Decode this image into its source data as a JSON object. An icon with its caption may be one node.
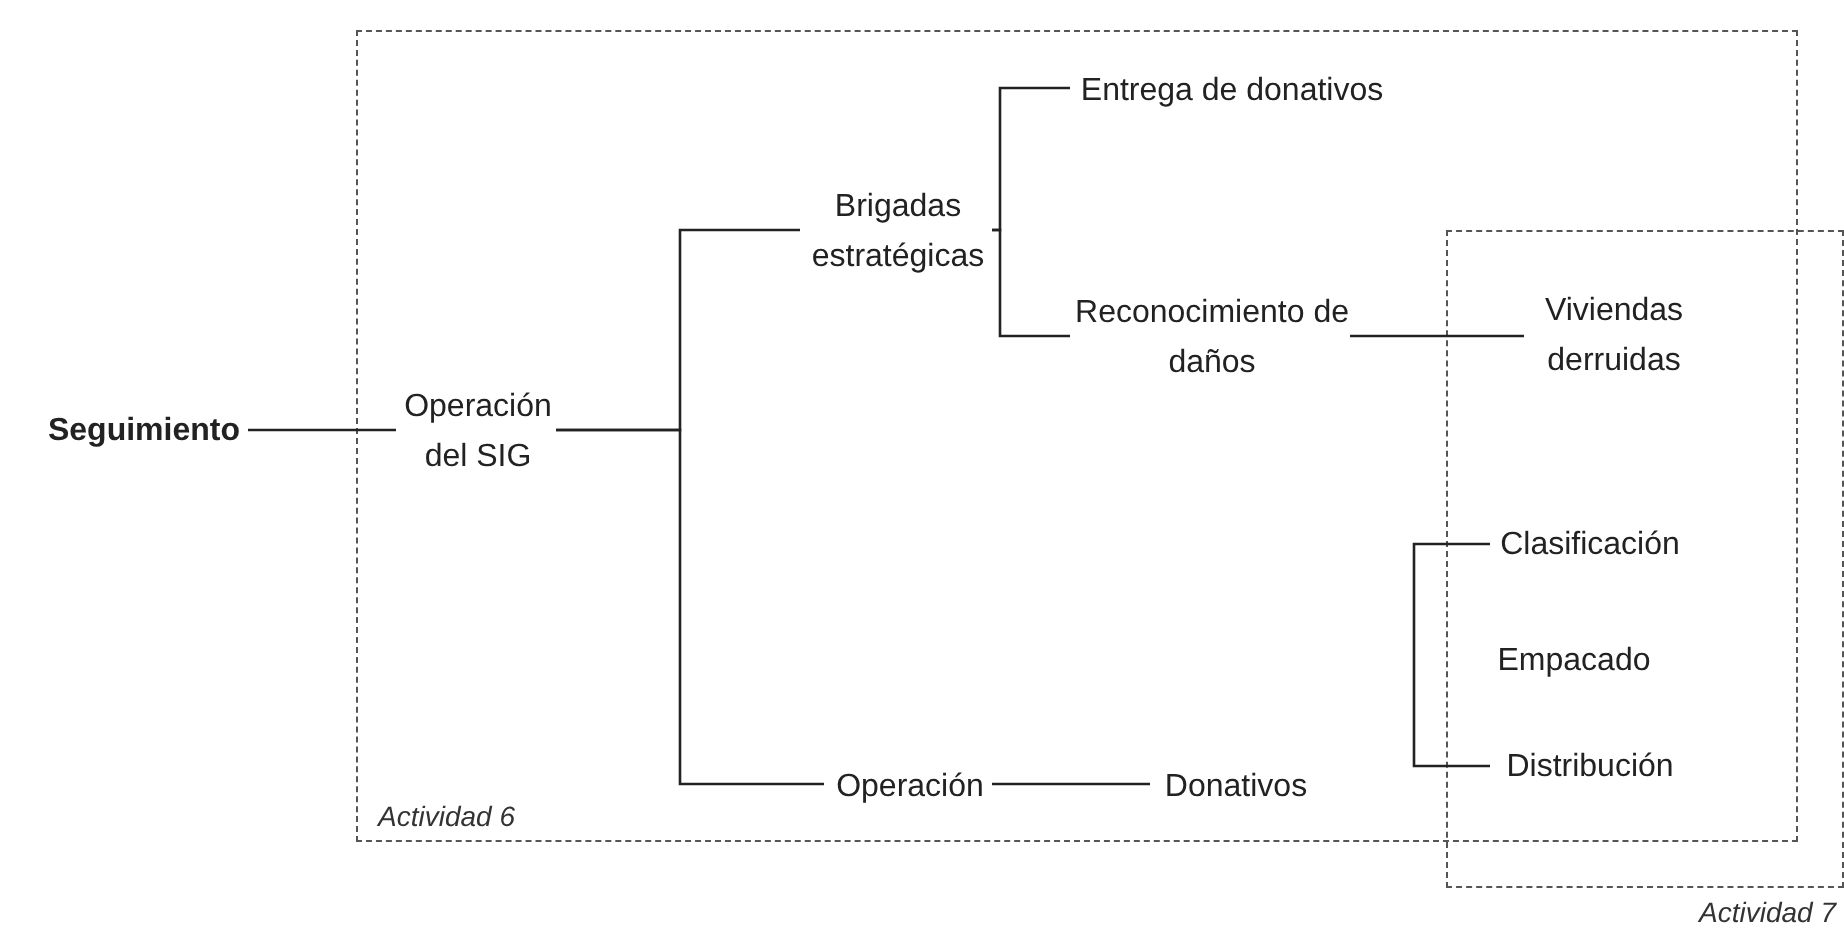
{
  "diagram": {
    "nodes": [
      {
        "text": [
          "Actividad 6"
        ]
      },
      {
        "text": [
          "Seguimiento"
        ]
      },
      {
        "text": [
          "Operación del SIG"
        ],
        "in": 0
      },
      {
        "text": [
          "Brigadas estratégicas"
        ],
        "in": 0
      },
      {
        "text": [
          "Entrega de donativos"
        ],
        "in": 0
      },
      {
        "text": [
          "Reconocimiento de daños"
        ],
        "in": 0
      },
      {
        "text": [
          "Operación"
        ],
        "in": 0
      },
      {
        "text": [
          "Donativos"
        ],
        "in": 0
      },
      {
        "text": [
          "Actividad 7"
        ]
      },
      {
        "text": [
          "Viviendas derruidas"
        ],
        "in": 8
      },
      {
        "text": [
          "Clasificación"
        ],
        "in": 8
      },
      {
        "text": [
          "Empacado"
        ],
        "in": 8
      },
      {
        "text": [
          "Distribución"
        ],
        "in": 8
      }
    ],
    "edges": [
      {
        "from": 1,
        "to": 2,
        "arrow": "none"
      },
      {
        "from": 2,
        "to": 3,
        "arrow": "none"
      },
      {
        "from": 2,
        "to": 6,
        "arrow": "none"
      },
      {
        "from": 3,
        "to": 4,
        "arrow": "none"
      },
      {
        "from": 3,
        "to": 5,
        "arrow": "none"
      },
      {
        "from": 5,
        "to": 9,
        "arrow": "none"
      },
      {
        "from": 6,
        "to": 7,
        "arrow": "none"
      },
      {
        "from": 10,
        "to": 12,
        "arrow": "none"
      }
    ]
  }
}
